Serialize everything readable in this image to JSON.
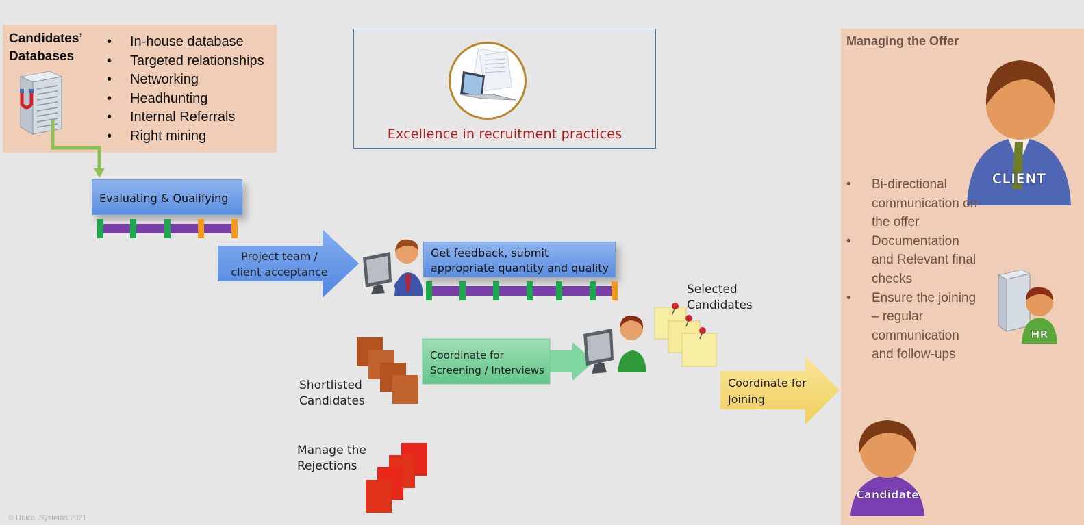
{
  "databases": {
    "title_line1": "Candidates’",
    "title_line2": "Databases",
    "sources": [
      "In-house database",
      "Targeted relationships",
      "Networking",
      "Headhunting",
      "Internal Referrals",
      "Right mining"
    ]
  },
  "header": {
    "title": "Excellence in recruitment practices"
  },
  "steps": {
    "evaluate": "Evaluating & Qualifying",
    "acceptance_line1": "Project team /",
    "acceptance_line2": "client acceptance",
    "feedback_line1": "Get feedback, submit",
    "feedback_line2": "appropriate quantity and quality",
    "coordinate_line1": "Coordinate for",
    "coordinate_line2": "Screening / Interviews",
    "joining_line1": "Coordinate for",
    "joining_line2": "Joining"
  },
  "labels": {
    "shortlisted_line1": "Shortlisted",
    "shortlisted_line2": "Candidates",
    "rejections_line1": "Manage the",
    "rejections_line2": "Rejections",
    "selected_line1": "Selected",
    "selected_line2": "Candidates"
  },
  "offer": {
    "title": "Managing the Offer",
    "points": [
      "Bi-directional communication on the offer",
      "Documentation and Relevant final checks",
      "Ensure the joining – regular communication and follow-ups"
    ],
    "client_badge": "CLIENT",
    "hr_badge": "HR",
    "candidate_badge": "Candidate"
  },
  "footer": {
    "copyright": "© Unical Systems 2021"
  },
  "colors": {
    "accent_red": "#b31b1b",
    "panel": "#f0cdb7",
    "timeline": "#7a3fa8",
    "tick_green": "#1aa84a",
    "tick_orange": "#f29a1e"
  }
}
